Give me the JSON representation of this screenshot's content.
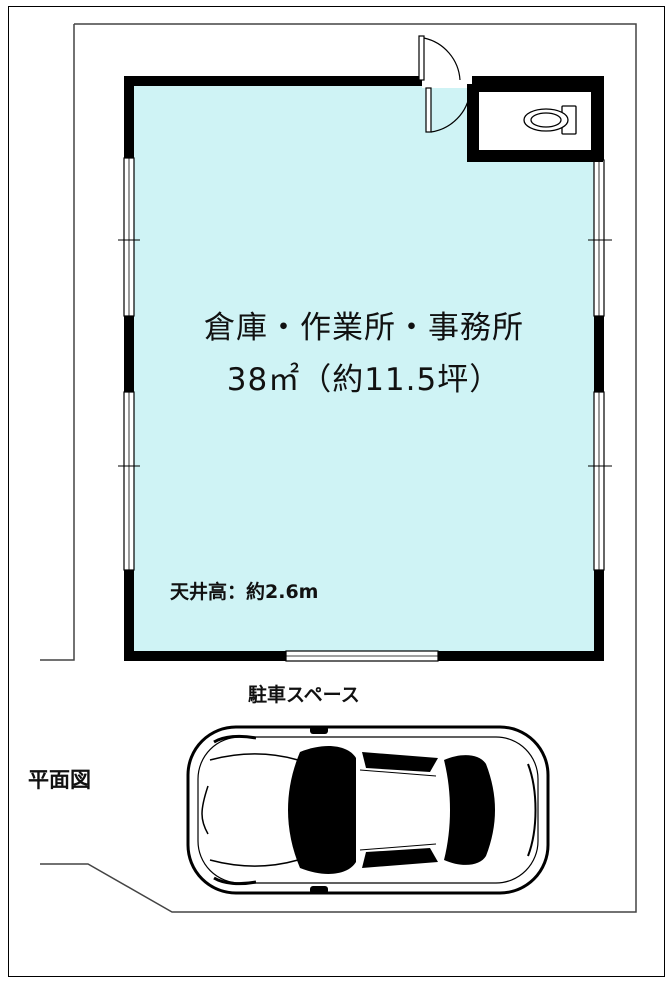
{
  "room": {
    "title": "倉庫・作業所・事務所",
    "area": "38㎡（約11.5坪）",
    "ceiling_height": "天井高：約2.6m",
    "fill_color": "#cff3f5"
  },
  "parking_label": "駐車スペース",
  "plan_label": "平面図",
  "icons": [
    "toilet-icon",
    "door-swing-icon",
    "car-icon"
  ]
}
